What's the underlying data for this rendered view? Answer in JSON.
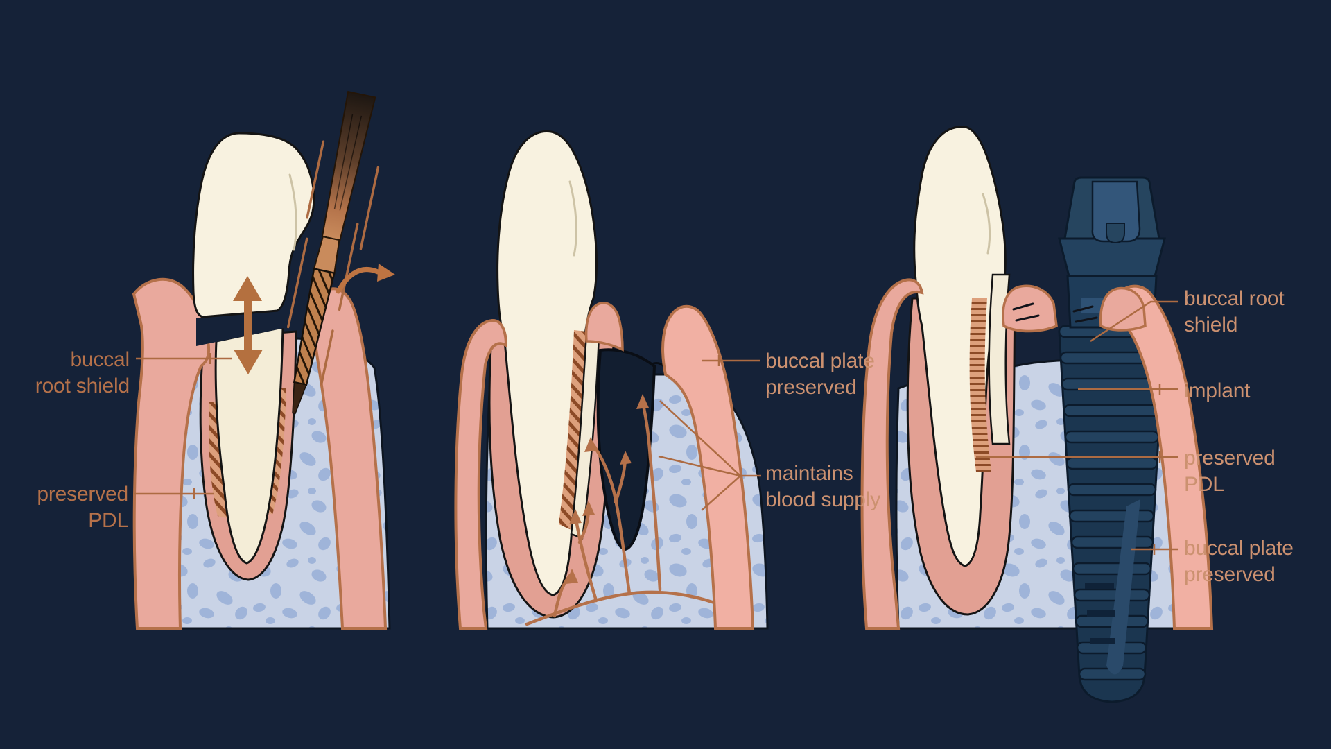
{
  "figure": {
    "description_of_style": "three-panel dental cross-section illustration on dark navy background",
    "panel_count": 3
  },
  "labels": {
    "p1_shield": "buccal\nroot shield",
    "p1_pdl": "preserved\nPDL",
    "p2_plate": "buccal plate\npreserved",
    "p2_supply": "maintains\nblood supply",
    "p3_shield": "buccal root\nshield",
    "p3_implant": "implant",
    "p3_pdl": "preserved\nPDL",
    "p3_plate": "buccal plate\npreserved"
  },
  "icons": {
    "double_arrow": "up-down-arrow",
    "curved_arrow": "curved-up-right-arrow",
    "vessel_arrows": "branching-vessel-arrows",
    "tool": "periotome-elevator-instrument",
    "implant": "threaded-dental-implant"
  },
  "colors": {
    "background": "#152238",
    "label_left": "#B5714A",
    "label_right": "#CC9170",
    "leader": "#AD6B42",
    "tooth": "#F8F2E0",
    "root": "#F4EDD7",
    "gum": "#E9A99D",
    "gum_outline": "#B5714A",
    "buccal_plate": "#F1B0A3",
    "bone": "#C9D3E6",
    "bone_spots": "#9FB4D9",
    "pdl_hatch_bg": "#DDA07C",
    "pdl_hatch_line": "#8C4A26",
    "implant": "#1B3650",
    "implant_mid": "#23425F",
    "implant_light": "#2E5174",
    "vessel": "#B5714A",
    "arrow": "#BE7442",
    "outline": "#141414"
  }
}
